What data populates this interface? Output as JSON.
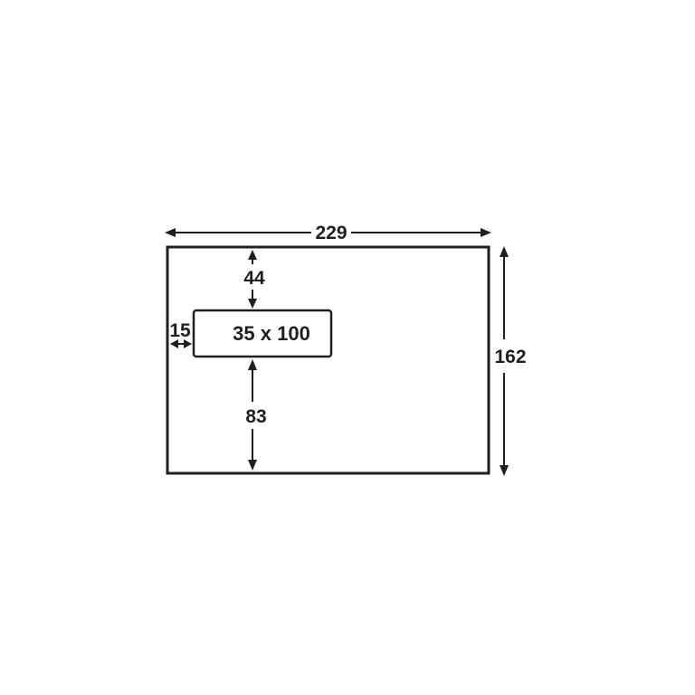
{
  "dimensions": {
    "width": "229",
    "height": "162",
    "window_top": "44",
    "window_left": "15",
    "window_bottom": "83",
    "window_size": "35 x 100"
  },
  "colors": {
    "stroke": "#1f1f1f",
    "background": "#ffffff"
  }
}
